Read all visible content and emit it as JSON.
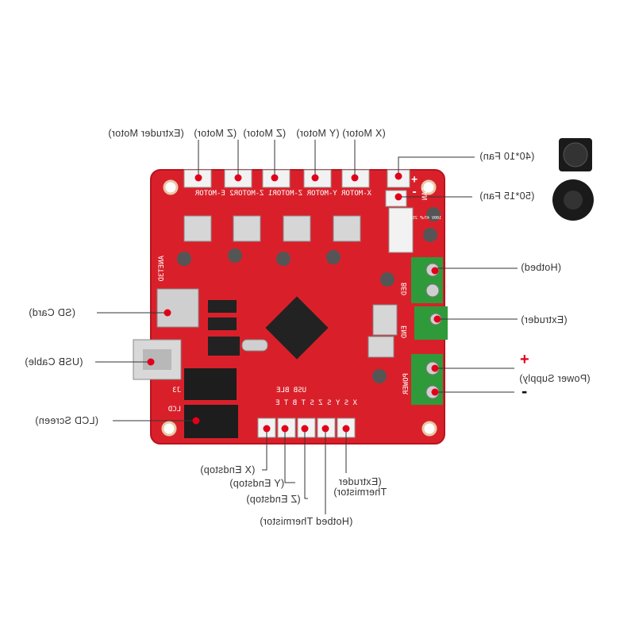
{
  "colors": {
    "board": "#d9202a",
    "board_edge": "#b8141d",
    "marker": "#e0001a",
    "line": "#333333",
    "terminal": "#2f9a3a",
    "heatsink": "#d6d6d6",
    "connector": "#f2f2f2",
    "silkscreen": "#ffffff",
    "power_plus": "#e0001a",
    "power_minus": "#111111"
  },
  "labels": {
    "extruder_motor": "(Extruder  Motor)",
    "z_motor_a": "(Z  Motor)",
    "z_motor_b": "(Z  Motor)",
    "y_motor": "(Y  Motor)",
    "x_motor": "(X  Motor)",
    "fan_40": "(40*10  Fan)",
    "fan_50": "(50*15  Fan)",
    "hotbed": "(Hotbed)",
    "extruder": "(Extruder)",
    "power_supply": "(Power  Supply)",
    "sd_card": "(SD  Card)",
    "usb_cable": "(USB  Cable)",
    "lcd_screen": "(LCD  Screen)",
    "x_endstop": "(X  Endstop)",
    "y_endstop": "(Y  Endstop)",
    "z_endstop": "(Z  Endstop)",
    "extruder_thermistor_1": "(Extruder",
    "extruder_thermistor_2": "Thermistor)",
    "hotbed_thermistor": "(Hotbed  Thermistor)",
    "plus_sign": "+",
    "minus_sign": "-"
  },
  "silkscreen": {
    "motor_header": "X-MOTOR  Y-MOTOR  Z-MOTOR1 Z-MOTOR2  E-MOTOR",
    "board_name": "ANET3D",
    "fan": "FAN",
    "bed": "BED",
    "end": "END",
    "power": "POWER",
    "usb_ble": "USB BLE",
    "endstop_header": "X S Y S Z S T B T E",
    "j3": "J3",
    "lcd": "LCD",
    "fan_plus": "+",
    "fan_minus": "-",
    "cap": "100V 47uF 25V"
  }
}
